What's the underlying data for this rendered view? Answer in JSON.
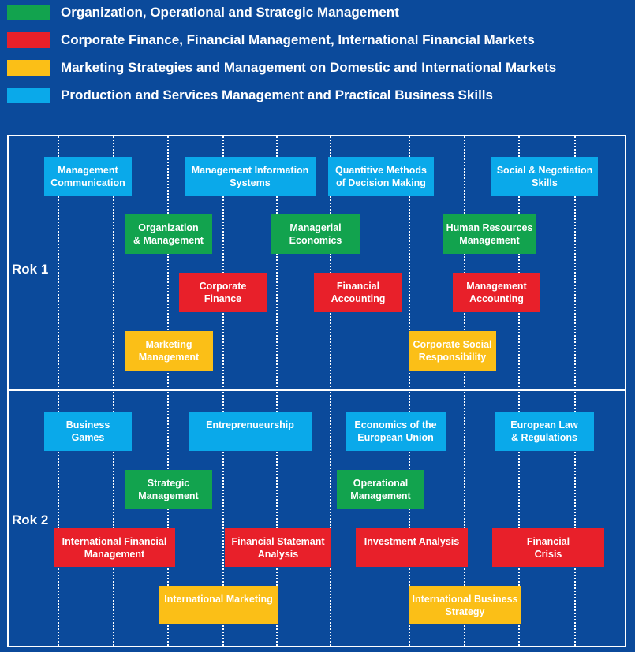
{
  "colors": {
    "background": "#0b4a9b",
    "management": "#12a34e",
    "finance": "#e8202a",
    "marketing": "#fbbf17",
    "production": "#0aa9ea"
  },
  "legend": [
    {
      "label": "Organization, Operational and Strategic Management",
      "category": "management"
    },
    {
      "label": "Corporate Finance, Financial Management, International Financial Markets",
      "category": "finance"
    },
    {
      "label": "Marketing Strategies and Management on Domestic and International Markets",
      "category": "marketing"
    },
    {
      "label": "Production and Services Management and Practical Business Skills",
      "category": "production"
    }
  ],
  "years": [
    {
      "label": "Rok 1",
      "courses": [
        {
          "name": "Management\nCommunication",
          "category": "production"
        },
        {
          "name": "Management Information\nSystems",
          "category": "production"
        },
        {
          "name": "Quantitive Methods\nof Decision Making",
          "category": "production"
        },
        {
          "name": "Social & Negotiation\nSkills",
          "category": "production"
        },
        {
          "name": "Organization\n& Management",
          "category": "management"
        },
        {
          "name": "Managerial\nEconomics",
          "category": "management"
        },
        {
          "name": "Human Resources\nManagement",
          "category": "management"
        },
        {
          "name": "Corporate\nFinance",
          "category": "finance"
        },
        {
          "name": "Financial\nAccounting",
          "category": "finance"
        },
        {
          "name": "Management\nAccounting",
          "category": "finance"
        },
        {
          "name": "Marketing\nManagement",
          "category": "marketing"
        },
        {
          "name": "Corporate Social\nResponsibility",
          "category": "marketing"
        }
      ]
    },
    {
      "label": "Rok 2",
      "courses": [
        {
          "name": "Business\nGames",
          "category": "production"
        },
        {
          "name": "Entreprenueurship",
          "category": "production"
        },
        {
          "name": "Economics of the\nEuropean Union",
          "category": "production"
        },
        {
          "name": "European Law\n& Regulations",
          "category": "production"
        },
        {
          "name": "Strategic\nManagement",
          "category": "management"
        },
        {
          "name": "Operational\nManagement",
          "category": "management"
        },
        {
          "name": "International Financial\nManagement",
          "category": "finance"
        },
        {
          "name": "Financial  Statemant\nAnalysis",
          "category": "finance"
        },
        {
          "name": "Investment Analysis",
          "category": "finance"
        },
        {
          "name": "Financial\nCrisis",
          "category": "finance"
        },
        {
          "name": "International Marketing",
          "category": "marketing"
        },
        {
          "name": "International Business\nStrategy",
          "category": "marketing"
        }
      ]
    }
  ]
}
